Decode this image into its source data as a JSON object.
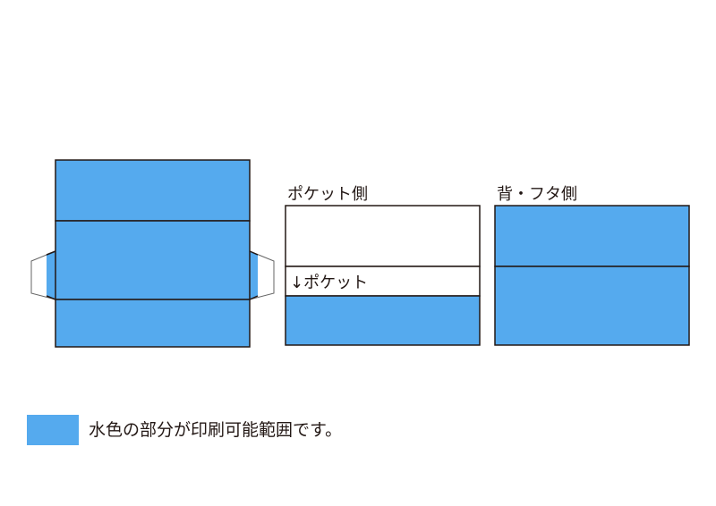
{
  "colors": {
    "print_area": "#55aaee",
    "outline": "#231815",
    "flap_outline": "#666666",
    "background": "#ffffff"
  },
  "panels": {
    "unfolded_net": {
      "sections": [
        "flap-top",
        "body-middle",
        "body-bottom"
      ],
      "side_flaps": [
        "left-tab",
        "right-tab"
      ]
    },
    "pocket_side": {
      "title": "ポケット側",
      "pocket_label": "↓ポケット"
    },
    "back_flap_side": {
      "title": "背・フタ側"
    }
  },
  "legend": {
    "text": "水色の部分が印刷可能範囲です。"
  }
}
